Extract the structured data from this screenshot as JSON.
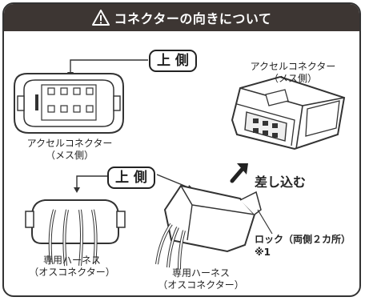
{
  "header": {
    "title": "コネクターの向きについて",
    "icon": "warning-triangle-icon",
    "bg_color": "#3d3633"
  },
  "top": {
    "upper_side_label": "上 側",
    "left_connector_label": [
      "アクセルコネクター",
      "（メス側）"
    ],
    "right_connector_label": [
      "アクセルコネクター",
      "（メス側）"
    ]
  },
  "middle": {
    "insert_label": "差し込む"
  },
  "bottom": {
    "upper_side_label": "上 側",
    "left_harness_label": [
      "専用ハーネス",
      "（オスコネクター）"
    ],
    "right_harness_label": [
      "専用ハーネス",
      "（オスコネクター）"
    ],
    "lock_label": "ロック（両側２カ所）",
    "note_label": "※1"
  }
}
